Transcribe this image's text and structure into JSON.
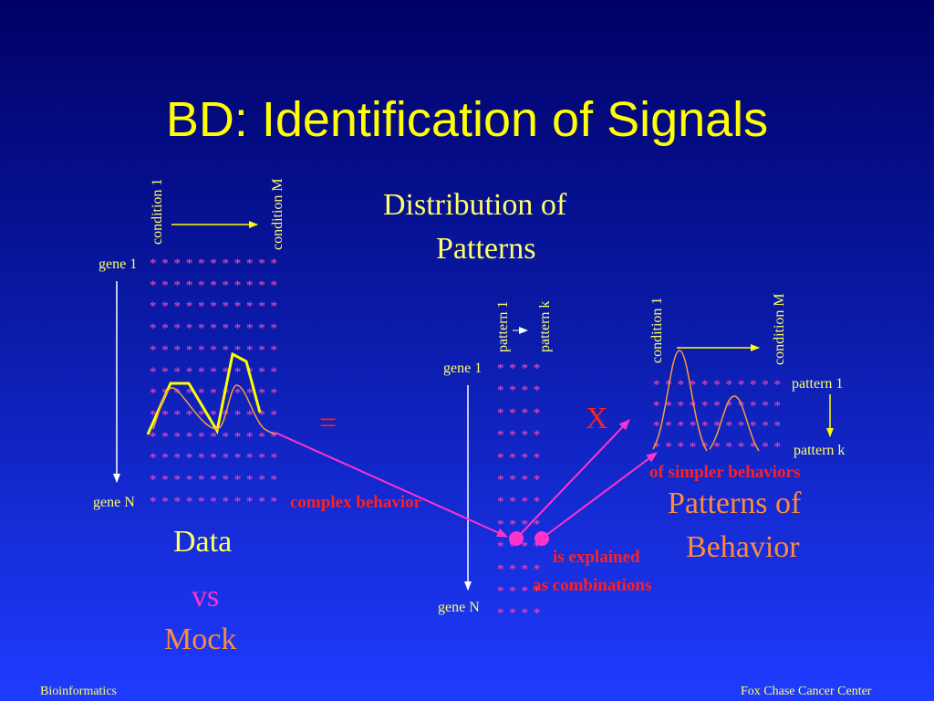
{
  "title": "BD: Identification of Signals",
  "data_matrix": {
    "condition_1": "condition 1",
    "condition_m": "condition M",
    "gene_1": "gene 1",
    "gene_n": "gene N",
    "rows": [
      "* * * * * * * * * * *",
      "* * * * * * * * * * *",
      "* * * * * * * * * * *",
      "* * * * * * * * * * *",
      "* * * * * * * * * * *",
      "* * * * * * * * * * *",
      "* * * * * * * * * * *",
      "* * * * * * * * * * *",
      "* * * * * * * * * * *",
      "* * * * * * * * * * *",
      "* * * * * * * * * * *",
      "* * * * * * * * * * *"
    ]
  },
  "labels": {
    "data": "Data",
    "vs": "vs",
    "mock": "Mock",
    "equals": "=",
    "times": "X",
    "distribution_line1": "Distribution of",
    "distribution_line2": "Patterns",
    "complex_behavior": "complex behavior",
    "is_explained": "is explained",
    "as_combinations": "as combinations",
    "of_simpler_behaviors": "of simpler behaviors",
    "patterns_of_line1": "Patterns of",
    "patterns_of_line2": "Behavior"
  },
  "distribution_matrix": {
    "pattern_1": "pattern 1",
    "pattern_k": "pattern k",
    "gene_1": "gene 1",
    "gene_n": "gene N",
    "rows": [
      "* * * *",
      "* * * *",
      "* * * *",
      "* * * *",
      "* * * *",
      "* * * *",
      "* * * *",
      "* * * *",
      "* * * *",
      "* * * *",
      "* * * *",
      "* * * *"
    ]
  },
  "pattern_matrix": {
    "condition_1": "condition 1",
    "condition_m": "condition M",
    "pattern_1": "pattern 1",
    "pattern_k": "pattern k",
    "rows": [
      "* * * * * * * * * * *",
      "* * * * * * * * * * *",
      "* * * * * * * * * * *",
      "* * * * * * * * * * *"
    ]
  },
  "footer": {
    "left": "Bioinformatics",
    "right": "Fox Chase Cancer Center"
  },
  "colors": {
    "title": "#ffff00",
    "label": "#ffff66",
    "stars": "#ff4db8",
    "annotation": "#ff2020",
    "orange": "#ff8a3d",
    "magenta": "#ff33cc"
  }
}
